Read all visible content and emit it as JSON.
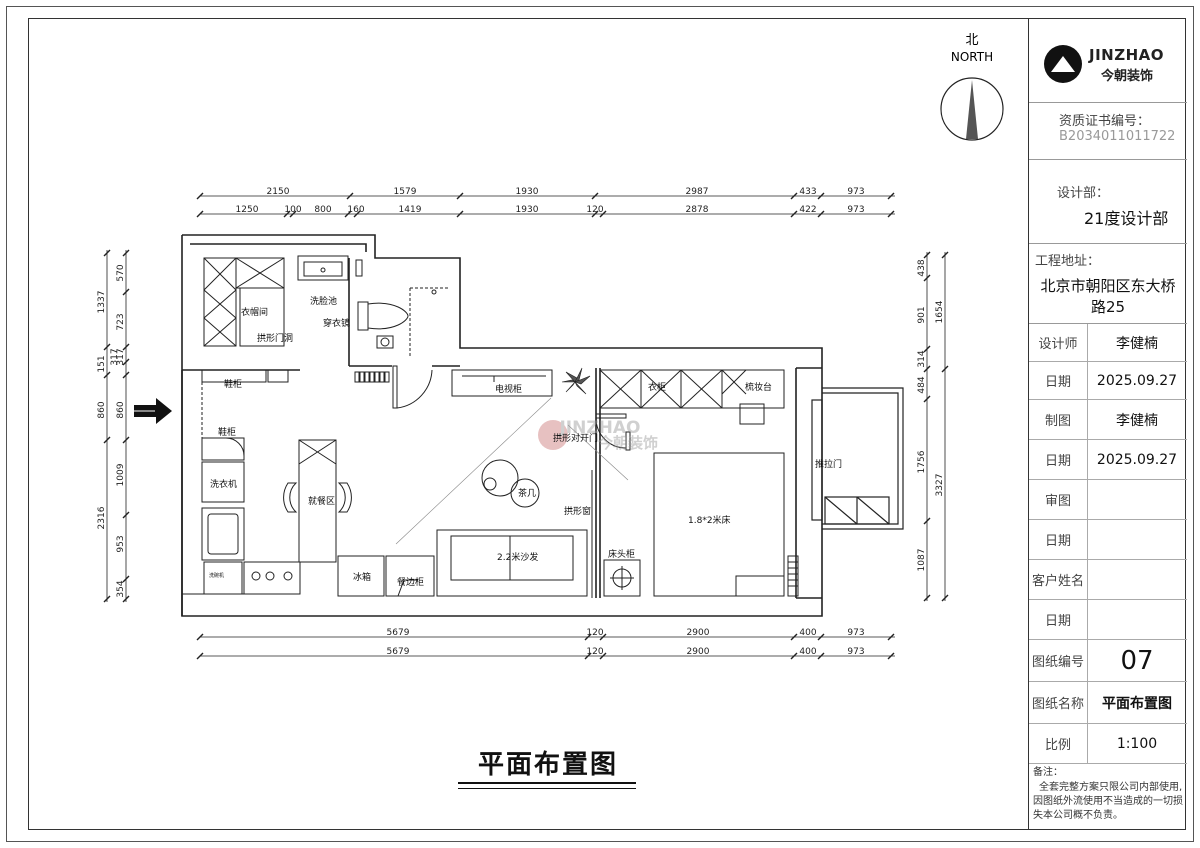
{
  "north": {
    "cn": "北",
    "en": "NORTH"
  },
  "drawing_title": "平面布置图",
  "dims": {
    "top_row1": [
      "2150",
      "1579",
      "1930",
      "2987",
      "433",
      "973"
    ],
    "top_row2": [
      "1250",
      "100",
      "800",
      "160",
      "1419",
      "1930",
      "120",
      "2878",
      "422",
      "973"
    ],
    "bottom_row1": [
      "5679",
      "120",
      "2900",
      "400",
      "973"
    ],
    "bottom_row2": [
      "5679",
      "120",
      "2900",
      "400",
      "973"
    ],
    "left_outer": [
      "1337",
      "151",
      "860",
      "2316"
    ],
    "left_inner": [
      "570",
      "723",
      "317",
      "317",
      "860",
      "1009",
      "953",
      "354"
    ],
    "right_inner": [
      "438",
      "901",
      "314",
      "484",
      "1756",
      "1087"
    ],
    "right_outer": [
      "1654",
      "3327"
    ]
  },
  "rooms": {
    "cloakroom": "衣帽间",
    "arch_opening": "拱形门洞",
    "washbasin": "洗脸池",
    "dressing_mirror": "穿衣镜",
    "shoe_cabinet_1": "鞋柜",
    "shoe_cabinet_2": "鞋柜",
    "washer": "洗衣机",
    "dining": "就餐区",
    "fridge": "冰箱",
    "sideboard": "餐边柜",
    "tv_cabinet": "电视柜",
    "arch_double_door": "拱形对开门",
    "tea_table": "茶几",
    "sofa": "2.2米沙发",
    "arch_window": "拱形窗",
    "bedside": "床头柜",
    "wardrobe": "衣柜",
    "vanity": "梳妆台",
    "bed": "1.8*2米床",
    "sliding_door": "推拉门",
    "dishwasher": "洗碗机"
  },
  "watermark": {
    "en": "JINZHAO",
    "cn": "今朝装饰"
  },
  "title_block": {
    "logo_en": "JINZHAO",
    "logo_cn": "今朝装饰",
    "cert_label": "资质证书编号：",
    "cert_value": "B2034011011722",
    "dept_label": "设计部：",
    "dept_value": "21度设计部",
    "addr_label": "工程地址：",
    "addr_value_line1": "北京市朝阳区东大桥",
    "addr_value_line2": "路25",
    "rows": [
      {
        "k": "设计师",
        "v": "李健楠"
      },
      {
        "k": "日期",
        "v": "2025.09.27"
      },
      {
        "k": "制图",
        "v": "李健楠"
      },
      {
        "k": "日期",
        "v": "2025.09.27"
      },
      {
        "k": "审图",
        "v": ""
      },
      {
        "k": "日期",
        "v": ""
      },
      {
        "k": "客户姓名",
        "v": ""
      },
      {
        "k": "日期",
        "v": ""
      },
      {
        "k": "图纸编号",
        "v": "07"
      },
      {
        "k": "图纸名称",
        "v": "平面布置图"
      },
      {
        "k": "比例",
        "v": "1:100"
      }
    ],
    "note_label": "备注：",
    "note_line1": "全套完整方案只限公司内部使用,",
    "note_line2": "因图纸外流使用不当造成的一切损",
    "note_line3": "失本公司概不负责。"
  }
}
